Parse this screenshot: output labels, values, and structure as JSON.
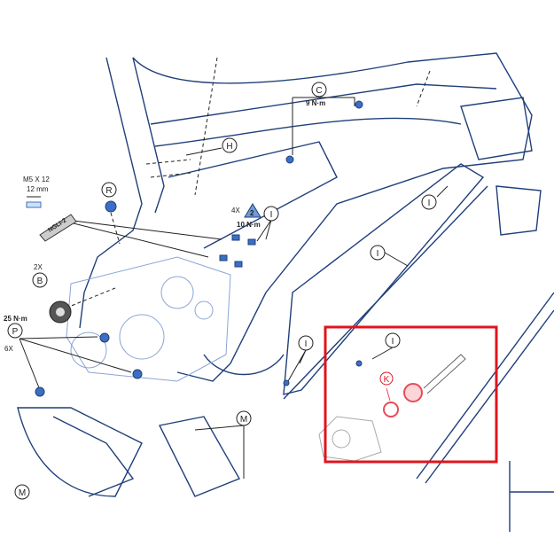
{
  "diagram": {
    "callouts": {
      "c": "C",
      "h": "H",
      "r": "R",
      "b": "B",
      "p": "P",
      "k": "K",
      "i1": "I",
      "i2": "I",
      "i3": "I",
      "i4": "I",
      "i5": "I",
      "m1": "M",
      "m2": "M"
    },
    "torque": {
      "c": "9 N·m",
      "i": "10 N·m",
      "p": "25 N·m"
    },
    "quantities": {
      "i": "4X",
      "b": "2X",
      "p": "6X"
    },
    "step_number": "2",
    "bolt_spec": {
      "size": "M5 X 12",
      "length": "12 mm"
    },
    "grease_label": "NGLI-2",
    "colors": {
      "line": "#1f3f7a",
      "part": "#3b6fc4",
      "highlight": "#e0141e",
      "highlight_part": "#e84a5a"
    }
  }
}
